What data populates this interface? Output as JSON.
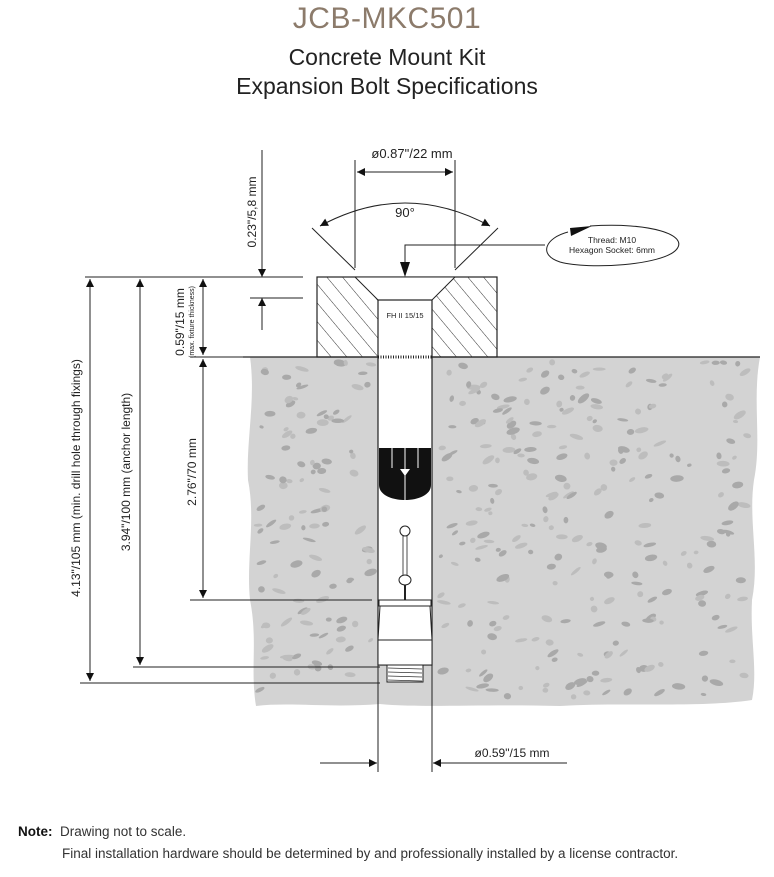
{
  "header": {
    "model": "JCB-MKC501",
    "subtitle_line1": "Concrete Mount Kit",
    "subtitle_line2": "Expansion Bolt Specifications"
  },
  "dimensions": {
    "countersink_diameter": "ø0.87\"/22 mm",
    "countersink_angle": "90°",
    "head_depth": "0.23\"/5,8 mm",
    "fixture_thickness": "0.59\"/15 mm",
    "fixture_thickness_note": "(max. fixture thickness)",
    "embedment_depth": "2.76\"/70 mm",
    "anchor_length": "3.94\"/100 mm (anchor length)",
    "drill_depth": "4.13\"/105 mm (min. drill hole through fixings)",
    "drill_diameter": "ø0.59\"/15 mm"
  },
  "callout": {
    "thread": "Thread: M10",
    "socket": "Hexagon Socket: 6mm"
  },
  "anchor_label": "FH II 15/15",
  "colors": {
    "title": "#8c7b6b",
    "concrete": "#d3d3d3",
    "aggregate": "#a9a9a9"
  },
  "note": {
    "label": "Note:",
    "line1": "Drawing not to scale.",
    "line2": "Final installation hardware should be determined by and professionally installed by a license contractor."
  }
}
